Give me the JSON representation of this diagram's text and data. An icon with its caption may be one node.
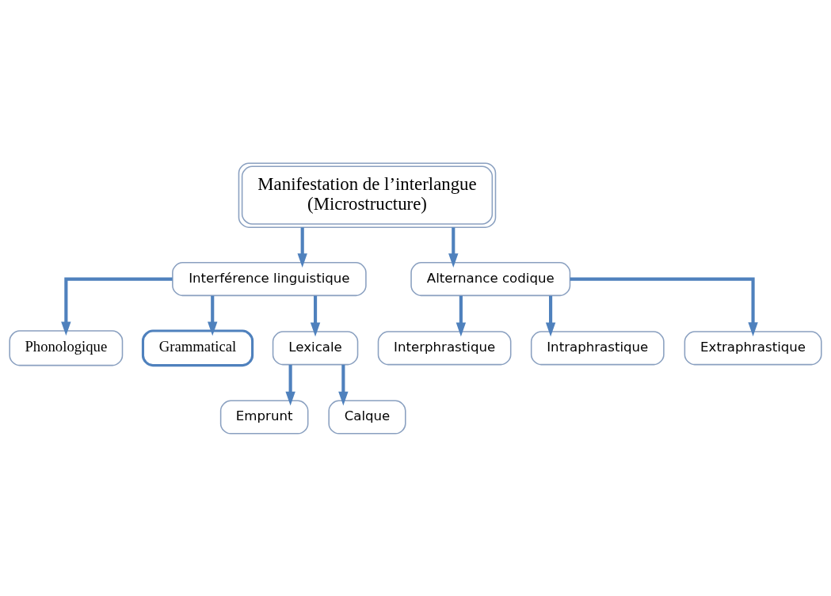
{
  "diagram": {
    "nodes": [
      {
        "text": [
          "Manifestation de l’interlangue",
          "(Microstructure)"
        ]
      },
      {
        "text": [
          "Interférence linguistique"
        ]
      },
      {
        "text": [
          "Alternance codique"
        ]
      },
      {
        "text": [
          "Phonologique"
        ]
      },
      {
        "text": [
          "Grammatical"
        ]
      },
      {
        "text": [
          "Lexicale"
        ]
      },
      {
        "text": [
          "Emprunt"
        ]
      },
      {
        "text": [
          "Calque"
        ]
      },
      {
        "text": [
          "Interphrastique"
        ]
      },
      {
        "text": [
          "Intraphrastique"
        ]
      },
      {
        "text": [
          "Extraphrastique"
        ]
      }
    ],
    "edges": [
      {
        "from": 0,
        "to": 1,
        "arrow": "to"
      },
      {
        "from": 0,
        "to": 2,
        "arrow": "to"
      },
      {
        "from": 1,
        "to": 3,
        "arrow": "to"
      },
      {
        "from": 1,
        "to": 4,
        "arrow": "to"
      },
      {
        "from": 1,
        "to": 5,
        "arrow": "to"
      },
      {
        "from": 2,
        "to": 8,
        "arrow": "to"
      },
      {
        "from": 2,
        "to": 9,
        "arrow": "to"
      },
      {
        "from": 2,
        "to": 10,
        "arrow": "to"
      },
      {
        "from": 5,
        "to": 6,
        "arrow": "to"
      },
      {
        "from": 5,
        "to": 7,
        "arrow": "to"
      }
    ]
  }
}
